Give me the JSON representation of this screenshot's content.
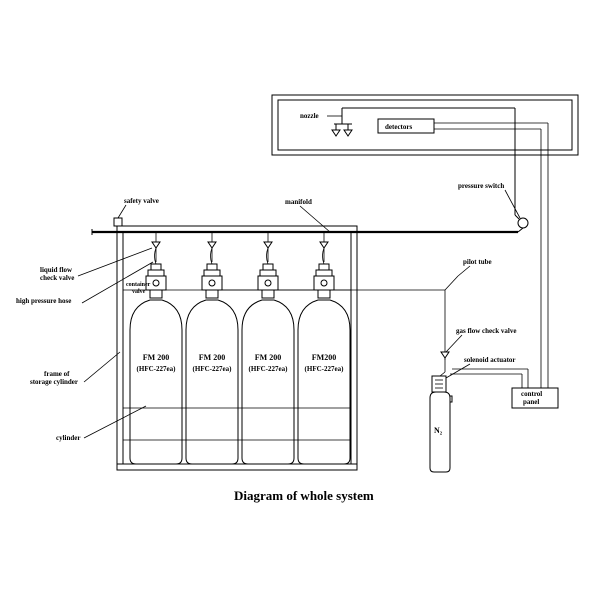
{
  "labels": {
    "nozzle": "nozzle",
    "detectors": "detectors",
    "pressure_switch": "pressure switch",
    "safety_valve": "safety valve",
    "manifold": "manifold",
    "liquid_flow_check_valve_1": "liquid flow",
    "liquid_flow_check_valve_2": "check valve",
    "container_valve_1": "container",
    "container_valve_2": "valve",
    "high_pressure_hose": "high pressure hose",
    "pilot_tube": "pilot tube",
    "gas_flow_check_valve": "gas flow check valve",
    "solenoid_actuator": "solenoid actuator",
    "frame_1": "frame of",
    "frame_2": "storage cylinder",
    "cylinder": "cylinder",
    "control_panel_1": "control",
    "control_panel_2": "panel",
    "nitrogen": "N₂"
  },
  "cylinders": [
    {
      "name": "FM 200",
      "agent": "(HFC-227ea)"
    },
    {
      "name": "FM 200",
      "agent": "(HFC-227ea)"
    },
    {
      "name": "FM 200",
      "agent": "(HFC-227ea)"
    },
    {
      "name": "FM200",
      "agent": "(HFC-227ea)"
    }
  ],
  "title": "Diagram of whole system"
}
